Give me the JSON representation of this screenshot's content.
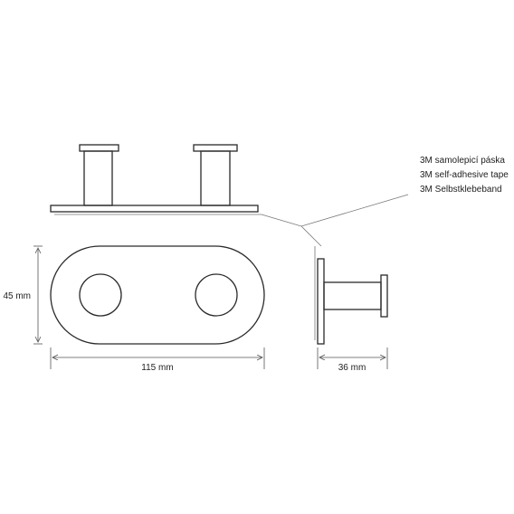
{
  "dimensions": {
    "height_label": "45 mm",
    "width_label": "115 mm",
    "depth_label": "36 mm"
  },
  "callout": {
    "lines": [
      "3M samolepicí páska",
      "3M self-adhesive tape",
      "3M Selbstklebeband"
    ]
  }
}
